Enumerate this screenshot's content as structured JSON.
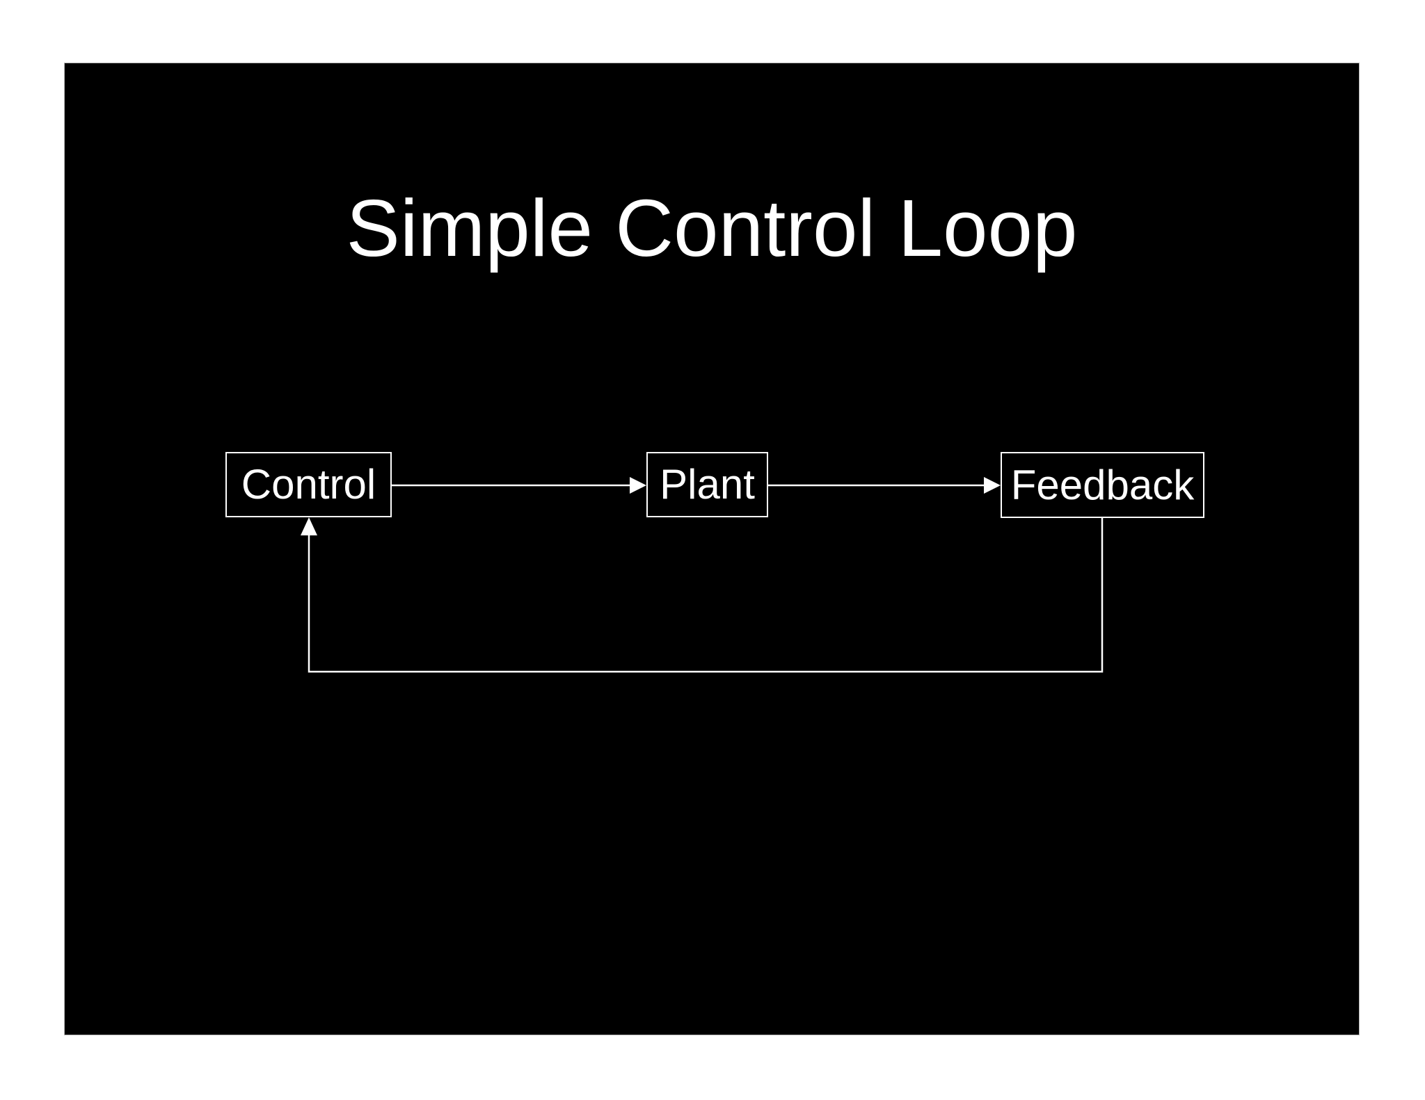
{
  "page": {
    "background": "#ffffff"
  },
  "slide": {
    "title": "Simple Control Loop",
    "background": "#000000",
    "foreground": "#ffffff"
  },
  "diagram": {
    "nodes": [
      {
        "id": "control",
        "label": "Control"
      },
      {
        "id": "plant",
        "label": "Plant"
      },
      {
        "id": "feedback",
        "label": "Feedback"
      }
    ],
    "edges": [
      {
        "from": "control",
        "to": "plant",
        "route": "straight"
      },
      {
        "from": "plant",
        "to": "feedback",
        "route": "straight"
      },
      {
        "from": "feedback",
        "to": "control",
        "route": "bottom-return"
      }
    ]
  }
}
